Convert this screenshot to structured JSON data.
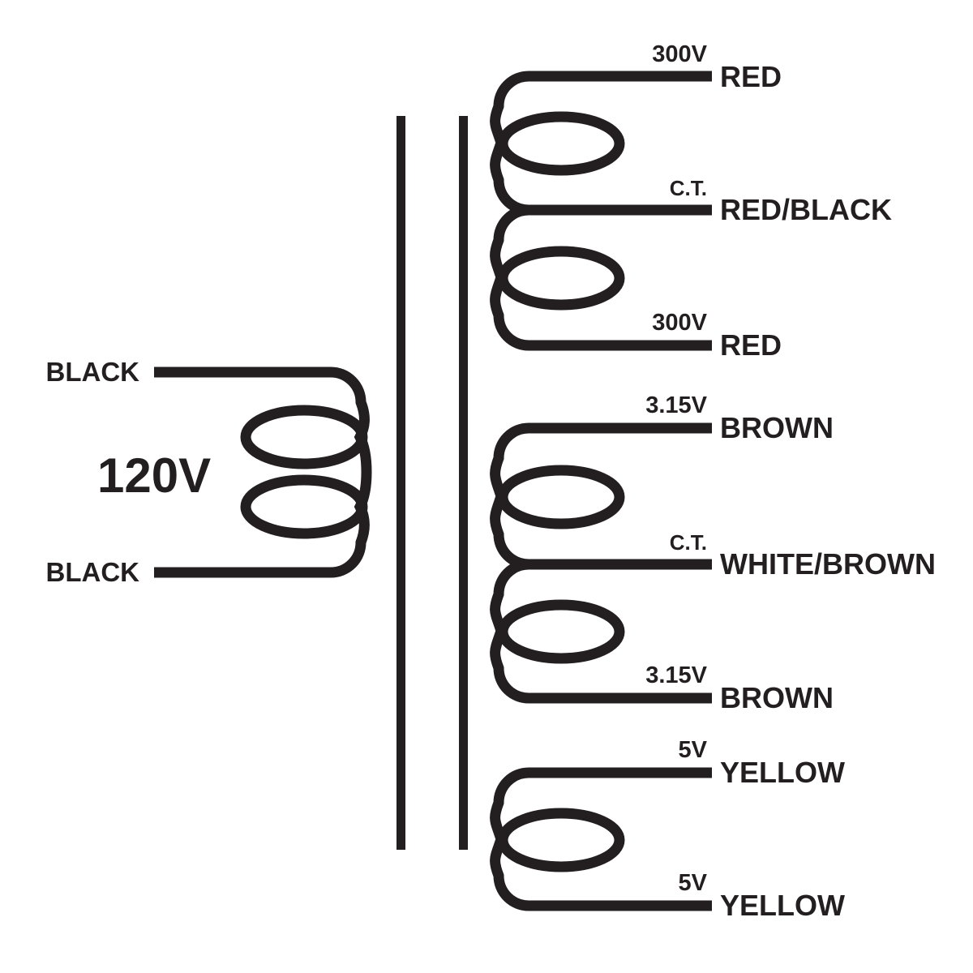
{
  "diagram": {
    "ink_color": "#231f20",
    "background_color": "#ffffff",
    "primary": {
      "voltage_label": "120V",
      "top_lead": {
        "wire": "BLACK"
      },
      "bottom_lead": {
        "wire": "BLACK"
      }
    },
    "secondary_groups": [
      {
        "leads": [
          {
            "tap": "300V",
            "wire": "RED"
          },
          {
            "tap": "C.T.",
            "wire": "RED/BLACK"
          },
          {
            "tap": "300V",
            "wire": "RED"
          }
        ]
      },
      {
        "leads": [
          {
            "tap": "3.15V",
            "wire": "BROWN"
          },
          {
            "tap": "C.T.",
            "wire": "WHITE/BROWN"
          },
          {
            "tap": "3.15V",
            "wire": "BROWN"
          }
        ]
      },
      {
        "leads": [
          {
            "tap": "5V",
            "wire": "YELLOW"
          },
          {
            "tap": "5V",
            "wire": "YELLOW"
          }
        ]
      }
    ]
  }
}
